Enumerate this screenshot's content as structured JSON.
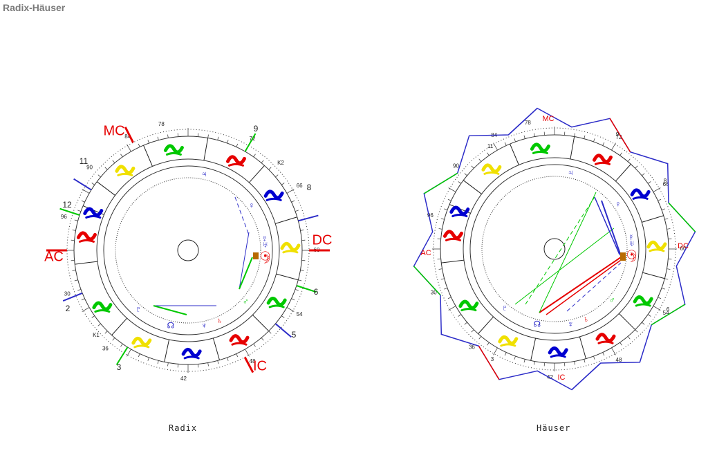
{
  "title": "Radix-Häuser",
  "radix": {
    "caption": "Radix",
    "angles": {
      "ac": "AC",
      "dc": "DC",
      "mc": "MC",
      "ic": "IC"
    },
    "houses": [
      "2",
      "3",
      "5",
      "6",
      "8",
      "9",
      "11",
      "12"
    ],
    "ages": [
      "78",
      "72",
      "66",
      "60",
      "54",
      "48",
      "42",
      "36",
      "30",
      "96",
      "90",
      "84"
    ],
    "markers": [
      "K2",
      "K1"
    ]
  },
  "haeuser": {
    "caption": "Häuser",
    "angles": {
      "ac": "AC",
      "dc": "DC",
      "mc": "MC",
      "ic": "IC"
    },
    "ages": [
      "78",
      "72",
      "66",
      "60",
      "54",
      "48",
      "42",
      "36",
      "30",
      "96",
      "90",
      "84"
    ],
    "houses": [
      "6",
      "3",
      "8",
      "9",
      "11"
    ]
  },
  "colors": {
    "fire": "#e60000",
    "earth": "#00c800",
    "air": "#f0e000",
    "water": "#0000d0",
    "planet": "#2c2cc8",
    "ring": "#333333"
  },
  "signs": [
    "aries-icon",
    "taurus-icon",
    "gemini-icon",
    "cancer-icon",
    "leo-icon",
    "virgo-icon",
    "libra-icon",
    "scorpio-icon",
    "sagittarius-icon",
    "capricorn-icon",
    "aquarius-icon",
    "pisces-icon"
  ],
  "planets": [
    "sun-icon",
    "moon-icon",
    "mercury-icon",
    "venus-icon",
    "mars-icon",
    "jupiter-icon",
    "saturn-icon",
    "uranus-icon",
    "neptune-icon",
    "pluto-icon",
    "node-icon"
  ]
}
